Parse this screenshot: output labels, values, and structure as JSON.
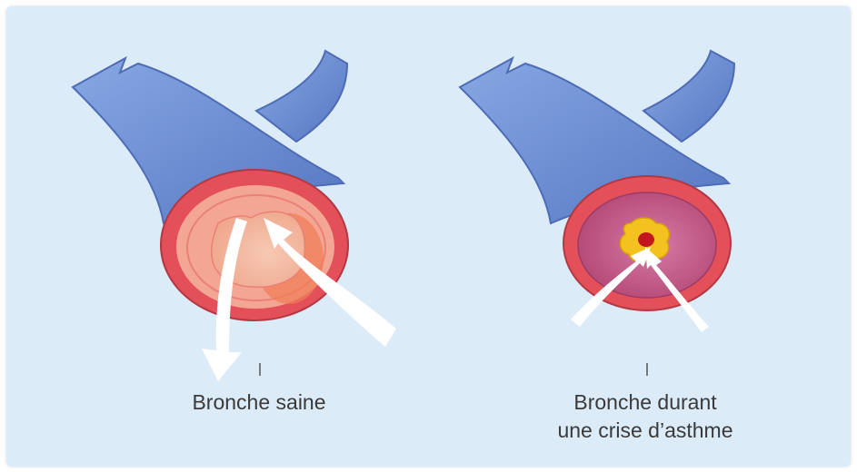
{
  "figure": {
    "left_label": "Bronche saine",
    "right_label_line1": "Bronche durant",
    "right_label_line2": "une crise d’asthme"
  },
  "colors": {
    "background": "#dcebf8",
    "bronchus_blue": "#6f8fd2",
    "outer_ring_red": "#e3505a",
    "healthy_lumen": "#f4b9a6",
    "inflamed_wall": "#b44c77",
    "mucus_yellow": "#f2c21f",
    "airflow_arrows": "#ffffff",
    "text": "#3a3a3a"
  }
}
